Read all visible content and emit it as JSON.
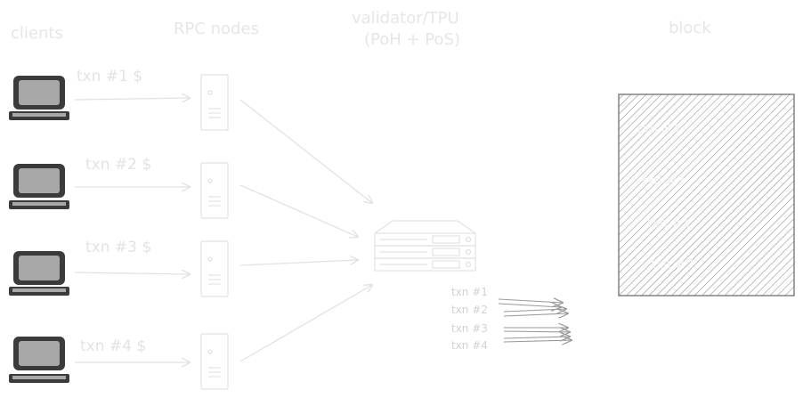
{
  "headers": {
    "clients": "clients",
    "rpc_nodes": "RPC nodes",
    "validator_line1": "validator/TPU",
    "validator_line2": "(PoH + PoS)",
    "block": "block"
  },
  "clients": [
    {
      "txn_label": "txn #1 $"
    },
    {
      "txn_label": "txn #2 $"
    },
    {
      "txn_label": "txn #3 $"
    },
    {
      "txn_label": "txn #4 $"
    }
  ],
  "validator_outputs": [
    "txn #1",
    "txn #2",
    "txn #3",
    "txn #4"
  ],
  "block_entries": [
    "txn #4",
    "txn #3",
    "txn #1",
    "txn #2"
  ],
  "colors": {
    "computer_dark": "#3b3b3b",
    "computer_screen": "#a8a8a8",
    "faint_stroke": "#e2e2e2",
    "block_hatch": "#8a8a8a"
  }
}
